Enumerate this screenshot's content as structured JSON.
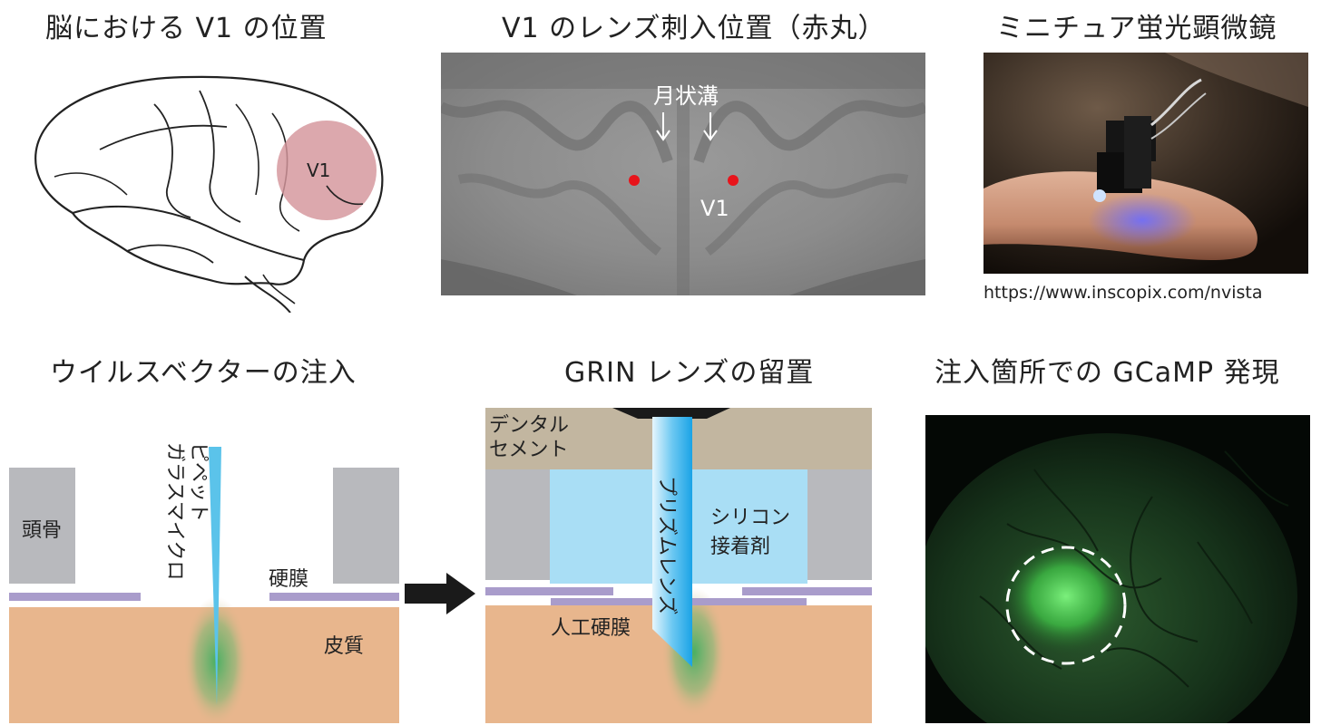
{
  "titles": {
    "brain": "脳における V1 の位置",
    "mri": "V1 のレンズ刺入位置（赤丸）",
    "microscope": "ミニチュア蛍光顕微鏡",
    "virus": "ウイルスベクターの注入",
    "grin": "GRIN レンズの留置",
    "expression": "注入箇所での GCaMP 発現"
  },
  "brain_panel": {
    "region_label": "V1",
    "highlight_color": "#d4959b"
  },
  "mri_panel": {
    "sulcus_label": "月状溝",
    "v1_label": "V1",
    "marker_color": "#e8141b"
  },
  "microscope_panel": {
    "credit": "https://www.inscopix.com/nvista"
  },
  "virus_panel": {
    "skull": "頭骨",
    "pipette_line1": "ガラスマイクロ",
    "pipette_line2": "ピペット",
    "dura": "硬膜",
    "cortex": "皮質",
    "colors": {
      "skull": "#b8b9bd",
      "dura": "#a99ccb",
      "cortex": "#e8b68d",
      "pipette": "#5bc3ea",
      "gcamp": "#2eae5b"
    }
  },
  "grin_panel": {
    "cement_line1": "デンタル",
    "cement_line2": "セメント",
    "lens": "プリズムレンズ",
    "silicone_line1": "シリコン",
    "silicone_line2": "接着剤",
    "artificial_dura": "人工硬膜",
    "colors": {
      "cement": "#c2b6a0",
      "silicone": "#a9def5",
      "lens": "#1aa3e6"
    }
  }
}
